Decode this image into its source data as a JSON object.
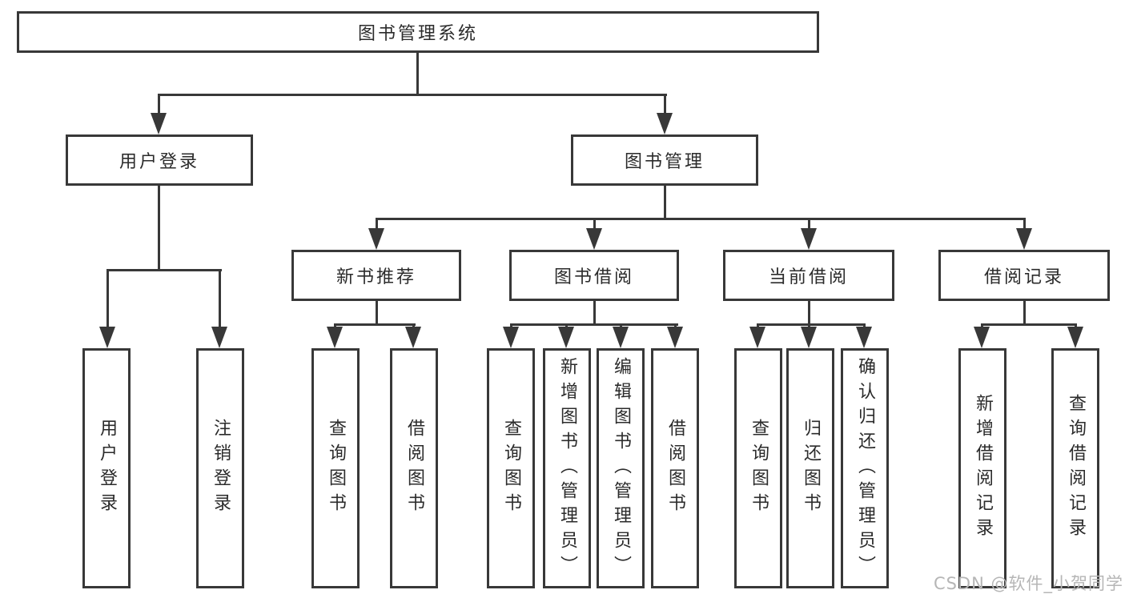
{
  "diagram": {
    "title": "图书管理系统",
    "hierarchy": {
      "图书管理系统": {
        "用户登录": [
          "用户登录",
          "注销登录"
        ],
        "图书管理": {
          "新书推荐": [
            "查询图书",
            "借阅图书"
          ],
          "图书借阅": [
            "查询图书",
            "新增图书（管理员）",
            "编辑图书（管理员）",
            "借阅图书"
          ],
          "当前借阅": [
            "查询图书",
            "归还图书",
            "确认归还（管理员）"
          ],
          "借阅记录": [
            "新增借阅记录",
            "查询借阅记录"
          ]
        }
      }
    }
  },
  "nodes": {
    "root": {
      "label": "图书管理系统"
    },
    "user_login": {
      "label": "用户登录"
    },
    "book_mgmt": {
      "label": "图书管理"
    },
    "new_book_rec": {
      "label": "新书推荐"
    },
    "book_borrow": {
      "label": "图书借阅"
    },
    "current_borrow": {
      "label": "当前借阅"
    },
    "borrow_record": {
      "label": "借阅记录"
    },
    "login_leaf": {
      "label": "用户登录"
    },
    "logout_leaf": {
      "label": "注销登录"
    },
    "new_query": {
      "label": "查询图书"
    },
    "new_borrow": {
      "label": "借阅图书"
    },
    "borrow_query": {
      "label": "查询图书"
    },
    "borrow_add": {
      "label": "新增图书（管理员）"
    },
    "borrow_edit": {
      "label": "编辑图书（管理员）"
    },
    "borrow_borrow": {
      "label": "借阅图书"
    },
    "current_query": {
      "label": "查询图书"
    },
    "current_return": {
      "label": "归还图书"
    },
    "current_confirm": {
      "label": "确认归还（管理员）"
    },
    "record_add": {
      "label": "新增借阅记录"
    },
    "record_query": {
      "label": "查询借阅记录"
    }
  },
  "watermark": {
    "text": "CSDN @软件_小贺同学"
  },
  "colors": {
    "line": "#383838",
    "text": "#2b2b2b",
    "background": "#ffffff",
    "watermark": "#b6b6b6"
  }
}
